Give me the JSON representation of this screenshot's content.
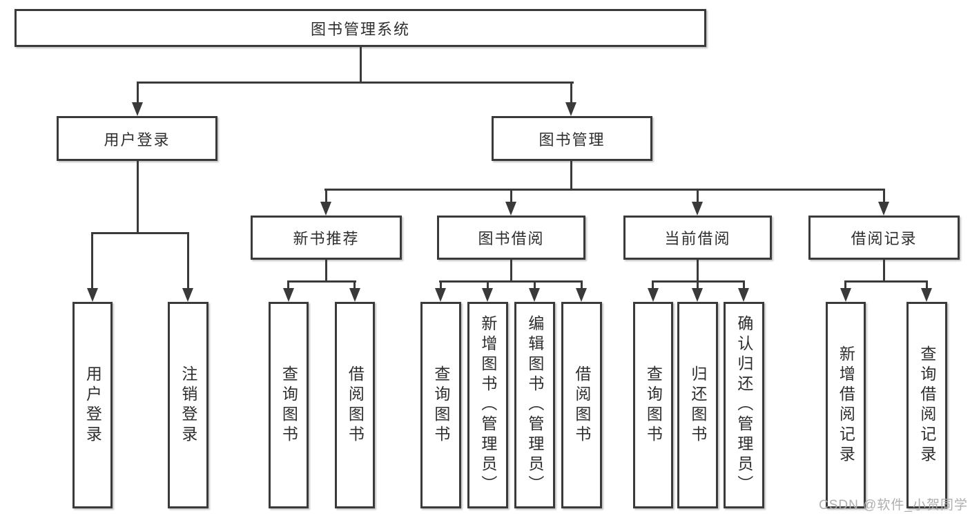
{
  "diagram": {
    "title_node": "图书管理系统",
    "nodes": {
      "root": {
        "label": "图书管理系统"
      },
      "user_login": {
        "label": "用户登录"
      },
      "book_mgmt": {
        "label": "图书管理"
      },
      "new_book_rec": {
        "label": "新书推荐"
      },
      "book_borrow": {
        "label": "图书借阅"
      },
      "current_borrow": {
        "label": "当前借阅"
      },
      "borrow_records": {
        "label": "借阅记录"
      },
      "login": {
        "label": "用户登录"
      },
      "logout": {
        "label": "注销登录"
      },
      "nb_query": {
        "label": "查询图书"
      },
      "nb_borrow": {
        "label": "借阅图书"
      },
      "bb_query": {
        "label": "查询图书"
      },
      "bb_add": {
        "label": "新增图书（管理员）"
      },
      "bb_edit": {
        "label": "编辑图书（管理员）"
      },
      "bb_borrow": {
        "label": "借阅图书"
      },
      "cb_query": {
        "label": "查询图书"
      },
      "cb_return": {
        "label": "归还图书"
      },
      "cb_confirm": {
        "label": "确认归还（管理员）"
      },
      "br_add": {
        "label": "新增借阅记录"
      },
      "br_query": {
        "label": "查询借阅记录"
      }
    },
    "structure": {
      "root": [
        "user_login",
        "book_mgmt"
      ],
      "user_login": [
        "login",
        "logout"
      ],
      "book_mgmt": [
        "new_book_rec",
        "book_borrow",
        "current_borrow",
        "borrow_records"
      ],
      "new_book_rec": [
        "nb_query",
        "nb_borrow"
      ],
      "book_borrow": [
        "bb_query",
        "bb_add",
        "bb_edit",
        "bb_borrow"
      ],
      "current_borrow": [
        "cb_query",
        "cb_return",
        "cb_confirm"
      ],
      "borrow_records": [
        "br_add",
        "br_query"
      ]
    },
    "colors": {
      "border": "#3a3a3a",
      "text": "#2e2e2e",
      "watermark": "#aeaeae",
      "background": "#ffffff"
    },
    "watermark": "CSDN @软件_小贺同学"
  }
}
